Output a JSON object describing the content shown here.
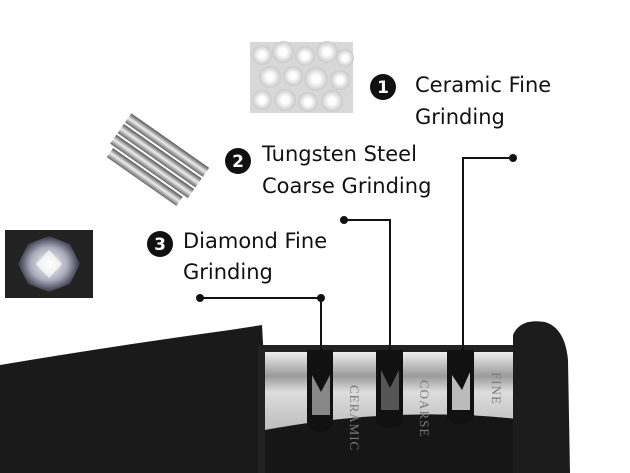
{
  "callouts": [
    {
      "number": "1",
      "line1": "Ceramic Fine",
      "line2": "Grinding"
    },
    {
      "number": "2",
      "line1": "Tungsten Steel",
      "line2": "Coarse Grinding"
    },
    {
      "number": "3",
      "line1": "Diamond Fine",
      "line2": "Grinding"
    }
  ],
  "slot_engravings": [
    "CERAMIC",
    "COARSE",
    "FINE"
  ],
  "colors": {
    "badge": "#111111",
    "handle": "#1a1a1a",
    "steel": "#c8c8c8"
  }
}
